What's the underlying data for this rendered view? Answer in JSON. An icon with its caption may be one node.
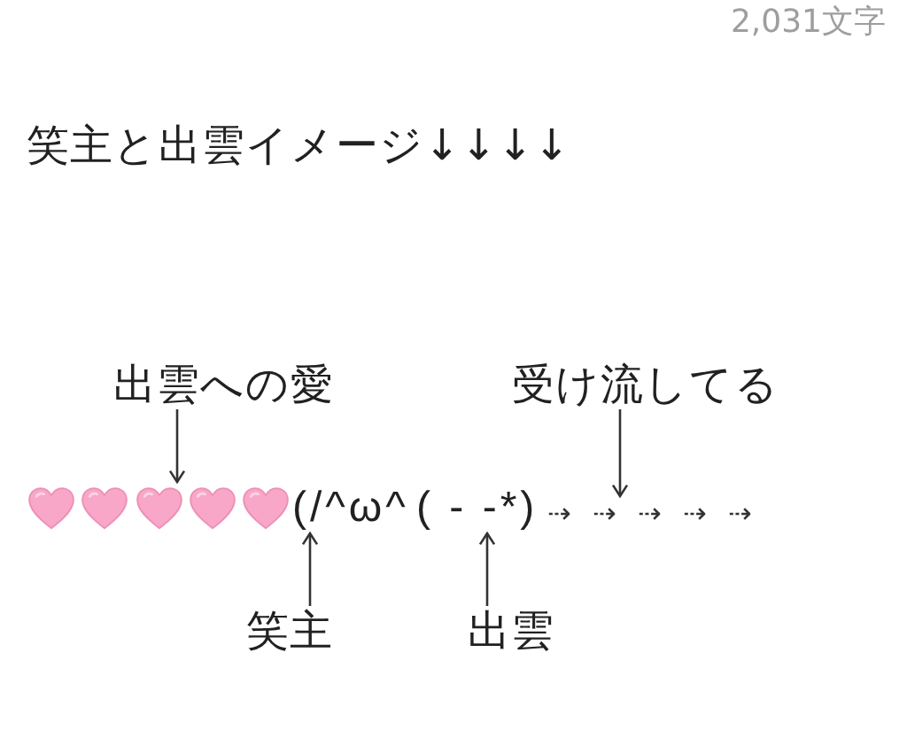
{
  "diagram": {
    "title": "笑主と出雲イメージ↓↓↓↓",
    "nodes": [
      {
        "text": [
          "出雲への愛"
        ]
      },
      {
        "text": [
          "受け流してる"
        ]
      },
      {
        "text": [],
        "shape": "heart"
      },
      {
        "text": [
          "(/^ω^"
        ]
      },
      {
        "text": [
          "( - -*)"
        ]
      },
      {
        "text": [
          "⇢ ⇢ ⇢ ⇢ ⇢"
        ]
      },
      {
        "text": [
          "笑主"
        ]
      },
      {
        "text": [
          "出雲"
        ]
      }
    ],
    "edges": [
      {
        "from": 0,
        "to": 2,
        "arrow": "to"
      },
      {
        "from": 1,
        "to": 5,
        "arrow": "to"
      },
      {
        "from": 6,
        "to": 3,
        "arrow": "to"
      },
      {
        "from": 7,
        "to": 4,
        "arrow": "to"
      }
    ],
    "labels": [
      "2,031文字"
    ]
  }
}
